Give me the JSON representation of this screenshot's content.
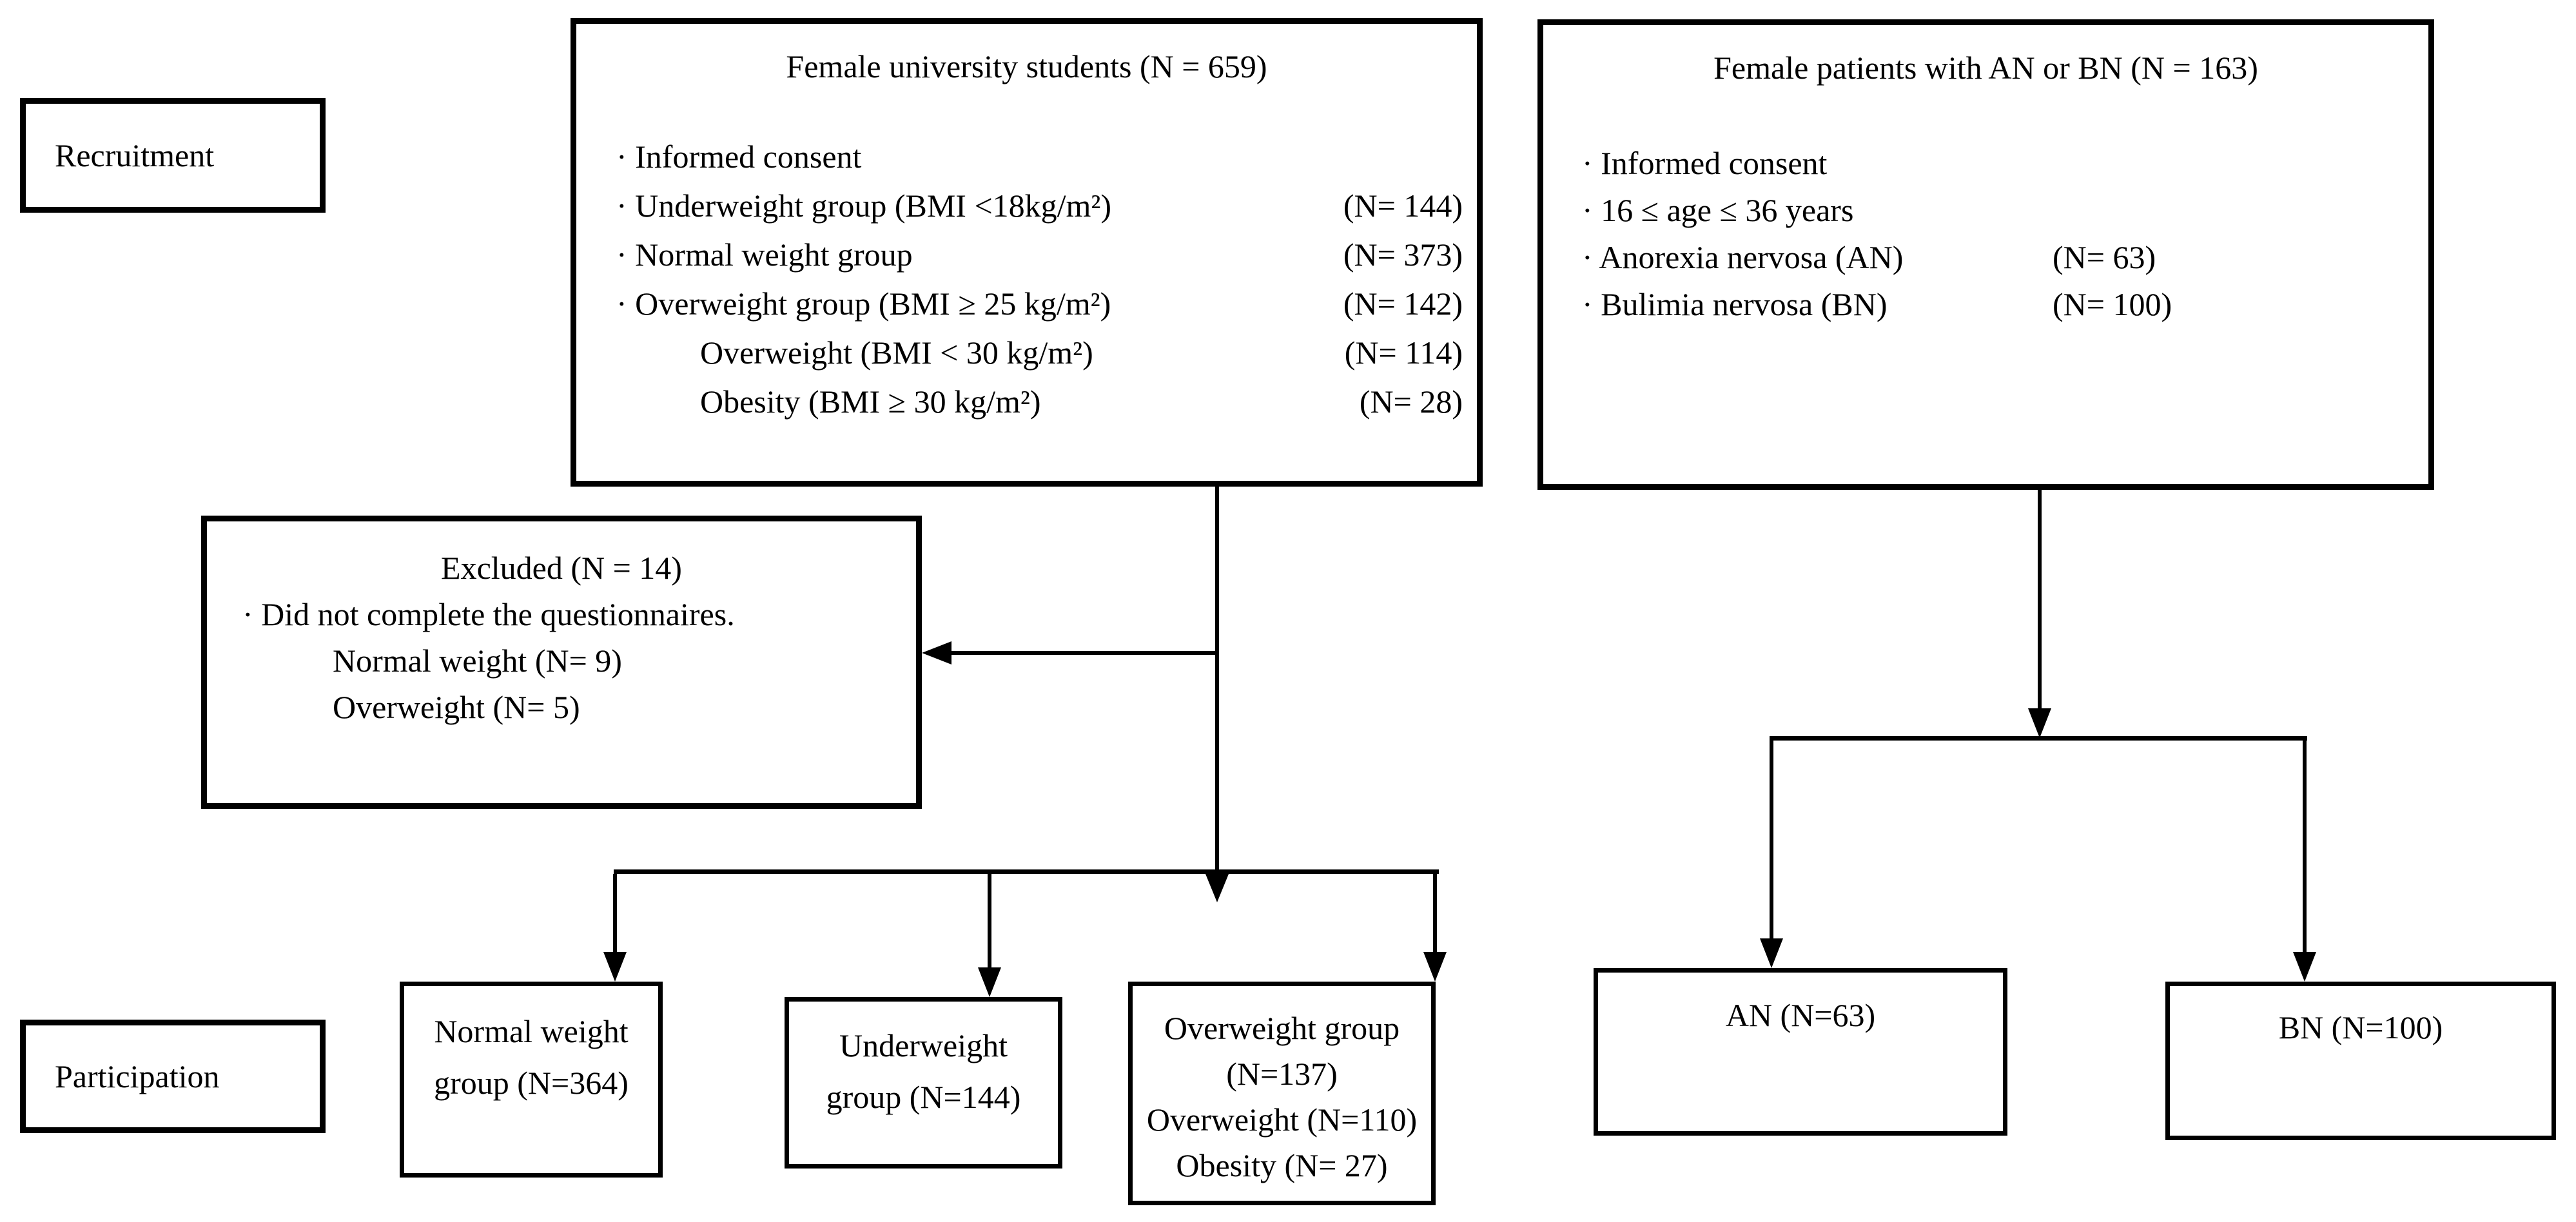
{
  "canvas": {
    "background": "#ffffff",
    "line_color": "#000000",
    "text_color": "#000000"
  },
  "stage_labels": {
    "recruitment": "Recruitment",
    "participation": "Participation"
  },
  "university_box": {
    "title": "Female university students (N = 659)",
    "items": [
      {
        "label": "· Informed consent",
        "n": ""
      },
      {
        "label": "· Underweight group (BMI <18kg/m²)",
        "n": "(N= 144)"
      },
      {
        "label": "· Normal weight group",
        "n": "(N= 373)"
      },
      {
        "label": "· Overweight group (BMI ≥ 25 kg/m²)",
        "n": "(N= 142)"
      },
      {
        "label": "Overweight (BMI < 30 kg/m²)",
        "n": "(N= 114)"
      },
      {
        "label": "Obesity (BMI ≥ 30 kg/m²)",
        "n": "(N= 28)"
      }
    ]
  },
  "patients_box": {
    "title": "Female patients with AN or BN (N = 163)",
    "items": [
      {
        "label": "· Informed consent",
        "n": ""
      },
      {
        "label": "· 16 ≤ age ≤ 36 years",
        "n": ""
      },
      {
        "label": "· Anorexia nervosa (AN)",
        "n": "(N= 63)"
      },
      {
        "label": "· Bulimia nervosa (BN)",
        "n": "(N= 100)"
      }
    ]
  },
  "excluded_box": {
    "title": "Excluded (N = 14)",
    "items": [
      "· Did not complete the questionnaires.",
      "Normal weight (N= 9)",
      "Overweight (N= 5)"
    ]
  },
  "participation_boxes": {
    "normal_weight": {
      "line1": "Normal weight",
      "line2": "group (N=364)"
    },
    "underweight": {
      "line1": "Underweight",
      "line2": "group (N=144)"
    },
    "overweight": {
      "line1": "Overweight group",
      "line2": "(N=137)",
      "line3": "Overweight (N=110)",
      "line4": "Obesity (N= 27)"
    },
    "an": {
      "line1": "AN (N=63)"
    },
    "bn": {
      "line1": "BN (N=100)"
    }
  }
}
